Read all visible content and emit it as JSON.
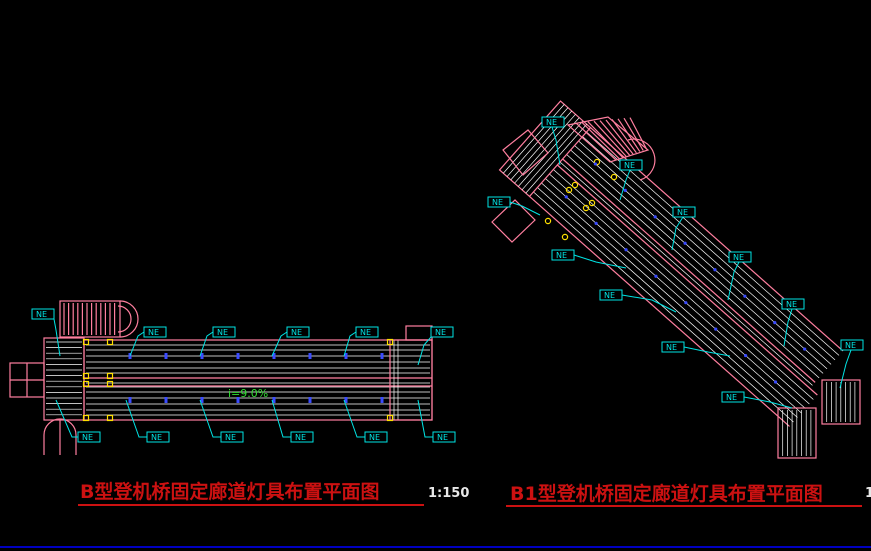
{
  "drawing_b": {
    "title": "B型登机桥固定廊道灯具布置平面图",
    "scale": "1:150",
    "slope_label": "i=9.0%"
  },
  "drawing_b1": {
    "title": "B1型登机桥固定廊道灯具布置平面图",
    "scale_partial": "1"
  },
  "fixture_tag": "NE",
  "colors": {
    "background": "#000000",
    "tag": "#00e5e5",
    "wall": "#ff7f9f",
    "title": "#cc1111",
    "lamp": "#3a4bff",
    "slope": "#33dd33",
    "column": "#ffe000",
    "border": "#0000ff"
  }
}
